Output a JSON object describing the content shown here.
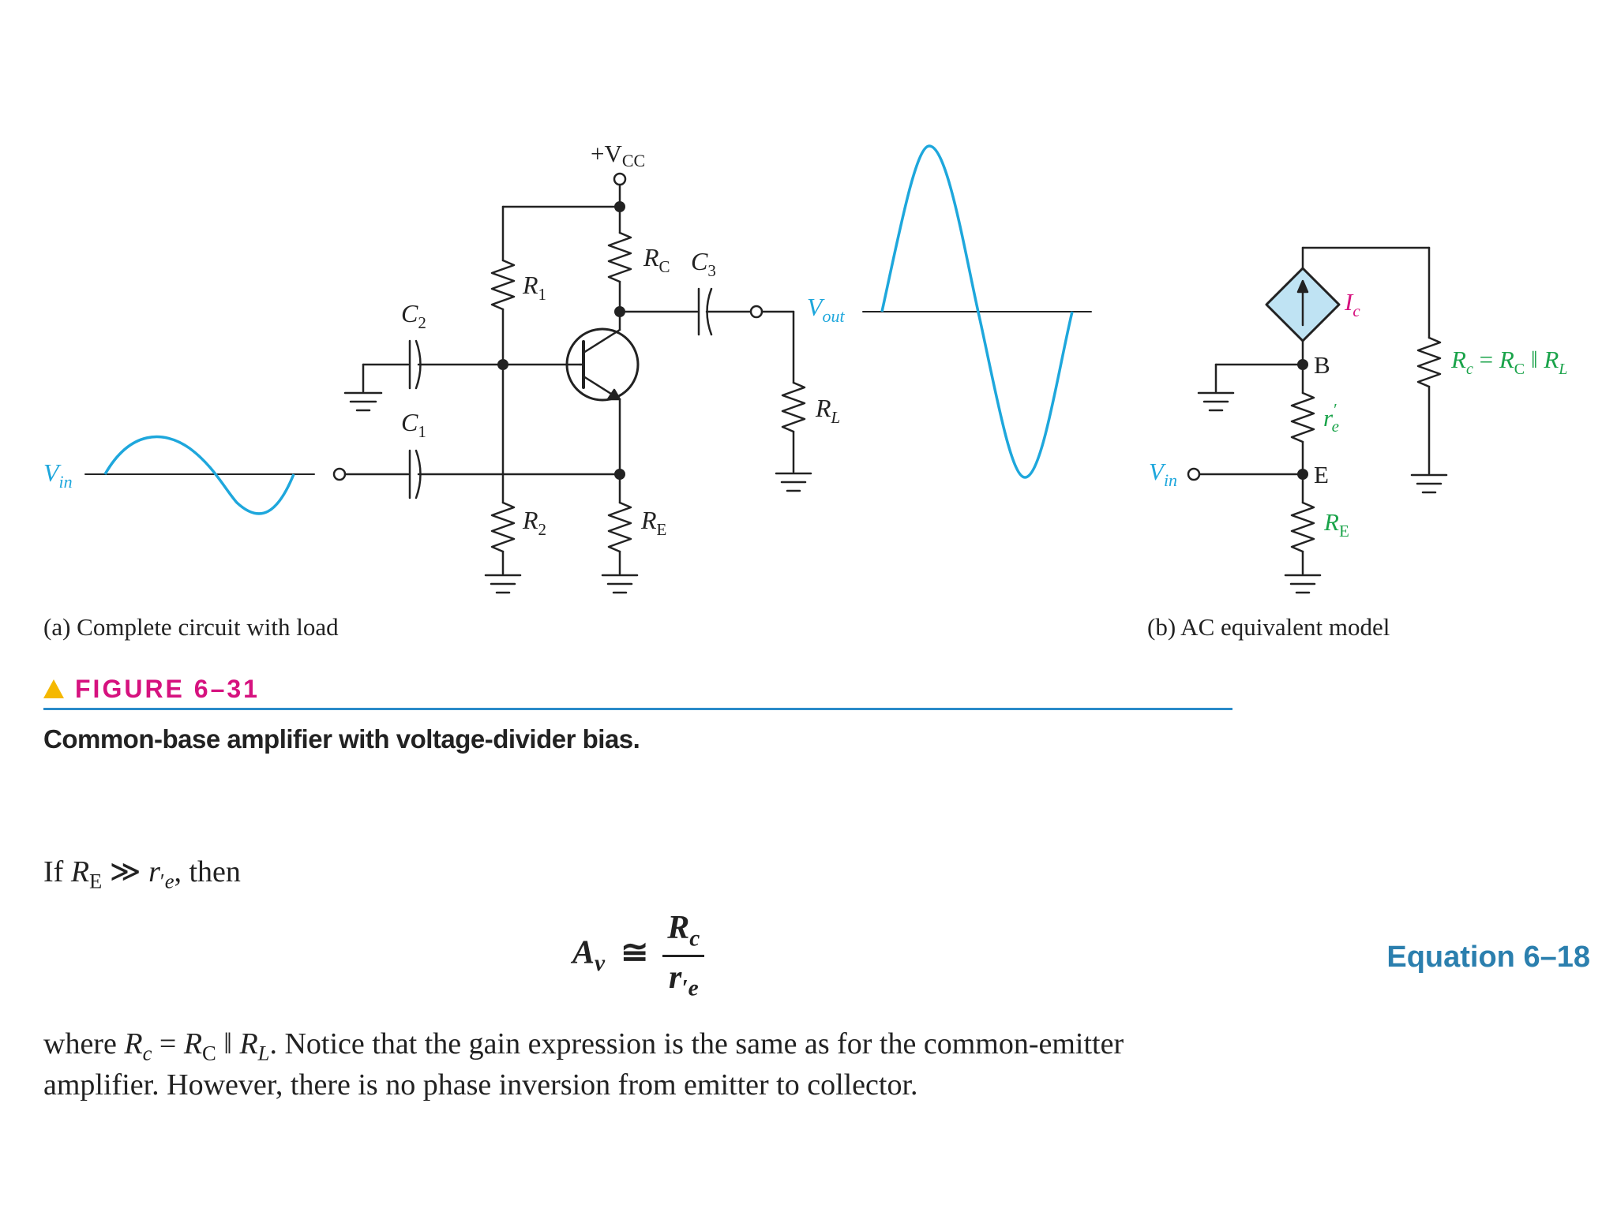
{
  "colors": {
    "wave": "#1ea7dc",
    "wire": "#222222",
    "label_green": "#1aa34a",
    "label_magenta": "#d6127f",
    "label_cyan": "#1ea7dc",
    "source_fill": "#bfe3f3",
    "figure_rule": "#2a8bc9",
    "figure_triangle": "#f5b800",
    "equation_label": "#2b7fae"
  },
  "icons": [
    "ground-icon",
    "npn-transistor-icon",
    "capacitor-icon",
    "resistor-icon",
    "current-source-icon",
    "triangle-marker-icon"
  ],
  "circuit_a": {
    "vcc_label": "+V",
    "vcc_sub": "CC",
    "r1": "R",
    "r1_sub": "1",
    "r2": "R",
    "r2_sub": "2",
    "rc": "R",
    "rc_sub": "C",
    "re": "R",
    "re_sub": "E",
    "rl": "R",
    "rl_sub": "L",
    "c1": "C",
    "c1_sub": "1",
    "c2": "C",
    "c2_sub": "2",
    "c3": "C",
    "c3_sub": "3",
    "vin": "V",
    "vin_sub": "in",
    "vout": "V",
    "vout_sub": "out",
    "caption": "(a) Complete circuit with load"
  },
  "circuit_b": {
    "ic": "I",
    "ic_sub": "c",
    "b": "B",
    "e": "E",
    "re_prime": "r",
    "re_prime_sub": "e",
    "re": "R",
    "re_sub": "E",
    "vin": "V",
    "vin_sub": "in",
    "rc_eq_1": "R",
    "rc_eq_1_sub": "c",
    "rc_eq_eq": " = ",
    "rc_eq_2": "R",
    "rc_eq_2_sub": "C",
    "rc_eq_par": " ‖ ",
    "rc_eq_3": "R",
    "rc_eq_3_sub": "L",
    "caption": "(b) AC equivalent model"
  },
  "figure": {
    "label": "FIGURE 6–31",
    "description": "Common-base amplifier with voltage-divider bias."
  },
  "text": {
    "condition_if": "If ",
    "condition_re": "R",
    "condition_re_sub": "E",
    "condition_gg": " ≫ ",
    "condition_r": "r",
    "condition_r_sub": "e",
    "condition_then": ", then",
    "eq_lhs": "A",
    "eq_lhs_sub": "v",
    "eq_approx": "≅",
    "eq_num": "R",
    "eq_num_sub": "c",
    "eq_den": "r",
    "eq_den_sub": "e",
    "equation_label": "Equation 6–18",
    "where_1": "where ",
    "where_rc": "R",
    "where_rc_sub": "c",
    "where_eq": " = ",
    "where_RC": "R",
    "where_RC_sub": "C",
    "where_par": " ‖ ",
    "where_RL": "R",
    "where_RL_sub": "L",
    "where_rest": ". Notice that the gain expression is the same as for the common-emitter",
    "line2": "amplifier. However, there is no phase inversion from emitter to collector."
  }
}
